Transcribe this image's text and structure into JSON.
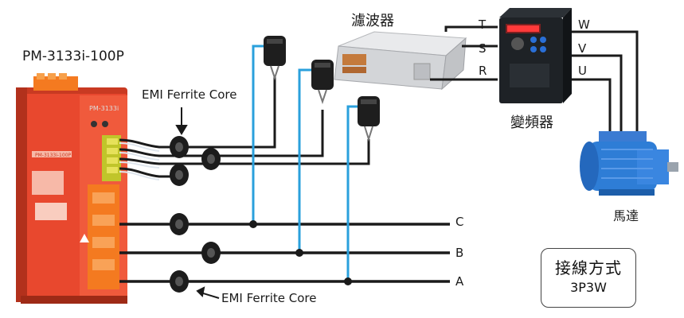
{
  "title": "PM-3133i-100P",
  "device_label": "PM-3133i",
  "device_brand": "PM-3133i-100P",
  "emi_top": "EMI Ferrite Core",
  "emi_bottom": "EMI Ferrite Core",
  "filter_label": "濾波器",
  "inverter_label": "變頻器",
  "motor_label": "馬達",
  "inverter_phases": [
    "T",
    "S",
    "R"
  ],
  "motor_phases": [
    "W",
    "V",
    "U"
  ],
  "lines": [
    "C",
    "B",
    "A"
  ],
  "wiring": {
    "title": "接線方式",
    "mode": "3P3W"
  },
  "colors": {
    "device": "#e8482e",
    "terminal": "#f47a20",
    "wire": "#1a1a1a",
    "ct_wire": "#2aa0dc",
    "motor": "#2e7dd6"
  }
}
